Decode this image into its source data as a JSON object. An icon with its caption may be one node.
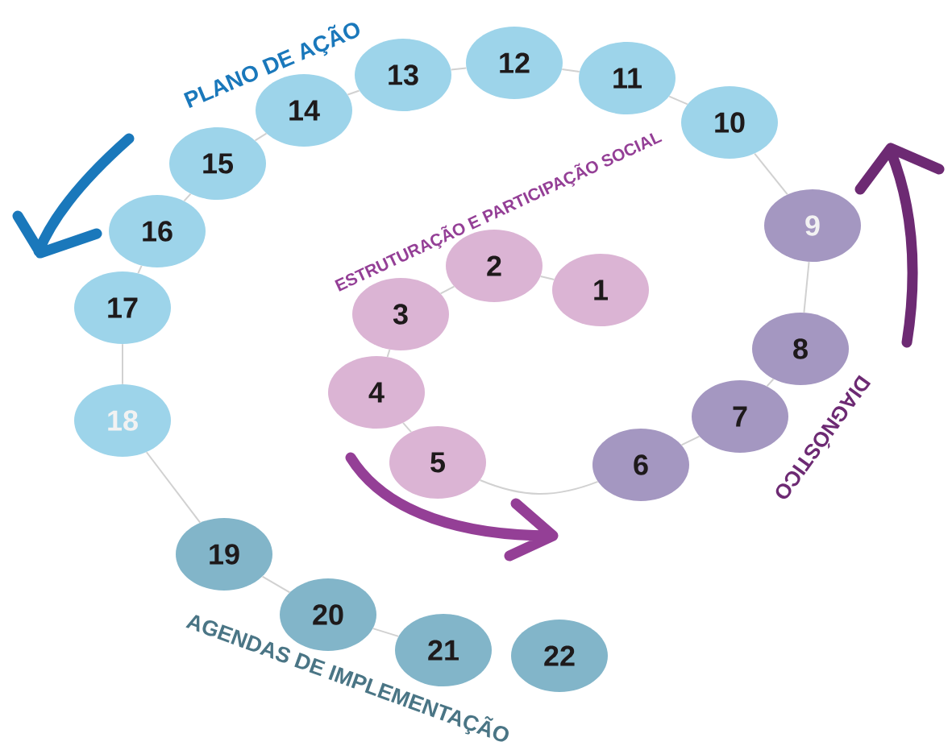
{
  "diagram": {
    "nodes": [
      {
        "text": [
          "1"
        ]
      },
      {
        "text": [
          "2"
        ]
      },
      {
        "text": [
          "3"
        ]
      },
      {
        "text": [
          "4"
        ]
      },
      {
        "text": [
          "5"
        ]
      },
      {
        "text": [
          "6"
        ]
      },
      {
        "text": [
          "7"
        ]
      },
      {
        "text": [
          "8"
        ]
      },
      {
        "text": [
          "9"
        ]
      },
      {
        "text": [
          "10"
        ]
      },
      {
        "text": [
          "11"
        ]
      },
      {
        "text": [
          "12"
        ]
      },
      {
        "text": [
          "13"
        ]
      },
      {
        "text": [
          "14"
        ]
      },
      {
        "text": [
          "15"
        ]
      },
      {
        "text": [
          "16"
        ]
      },
      {
        "text": [
          "17"
        ]
      },
      {
        "text": [
          "18"
        ]
      },
      {
        "text": [
          "19"
        ]
      },
      {
        "text": [
          "20"
        ]
      },
      {
        "text": [
          "21"
        ]
      },
      {
        "text": [
          "22"
        ]
      }
    ],
    "edges": [
      {
        "from": 0,
        "to": 1,
        "arrow": "none"
      },
      {
        "from": 1,
        "to": 2,
        "arrow": "none"
      },
      {
        "from": 2,
        "to": 3,
        "arrow": "none"
      },
      {
        "from": 3,
        "to": 4,
        "arrow": "none"
      },
      {
        "from": 4,
        "to": 5,
        "arrow": "none"
      },
      {
        "from": 5,
        "to": 6,
        "arrow": "none"
      },
      {
        "from": 6,
        "to": 7,
        "arrow": "none"
      },
      {
        "from": 7,
        "to": 8,
        "arrow": "none"
      },
      {
        "from": 8,
        "to": 9,
        "arrow": "none"
      },
      {
        "from": 9,
        "to": 10,
        "arrow": "none"
      },
      {
        "from": 10,
        "to": 11,
        "arrow": "none"
      },
      {
        "from": 11,
        "to": 12,
        "arrow": "none"
      },
      {
        "from": 12,
        "to": 13,
        "arrow": "none"
      },
      {
        "from": 13,
        "to": 14,
        "arrow": "none"
      },
      {
        "from": 14,
        "to": 15,
        "arrow": "none"
      },
      {
        "from": 15,
        "to": 16,
        "arrow": "none"
      },
      {
        "from": 16,
        "to": 17,
        "arrow": "none"
      },
      {
        "from": 17,
        "to": 18,
        "arrow": "none"
      },
      {
        "from": 18,
        "to": 19,
        "arrow": "none"
      },
      {
        "from": 19,
        "to": 20,
        "arrow": "none"
      }
    ],
    "labels": [
      "PLANO DE AÇÃO",
      "ESTRUTURAÇÃO E PARTICIPAÇÃO SOCIAL",
      "DIAGNÓSTICO",
      "AGENDAS DE IMPLEMENTAÇÃO"
    ]
  }
}
